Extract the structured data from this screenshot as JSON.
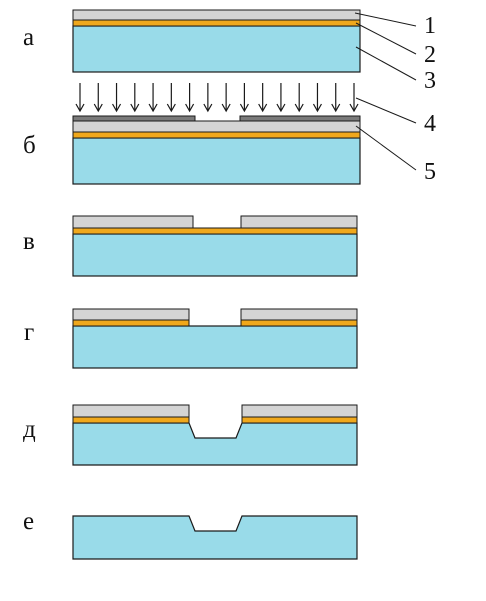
{
  "steps": [
    {
      "label": "а"
    },
    {
      "label": "б"
    },
    {
      "label": "в"
    },
    {
      "label": "г"
    },
    {
      "label": "д"
    },
    {
      "label": "е"
    }
  ],
  "callouts": [
    {
      "number": "1"
    },
    {
      "number": "2"
    },
    {
      "number": "3"
    },
    {
      "number": "4"
    },
    {
      "number": "5"
    }
  ],
  "colors": {
    "substrate": "#99dbe9",
    "metal_film": "#f0a81c",
    "resist": "#d4d4d4",
    "photomask": "#7a7a7a",
    "outline": "#1a1a1a"
  },
  "arrow_count": 16
}
